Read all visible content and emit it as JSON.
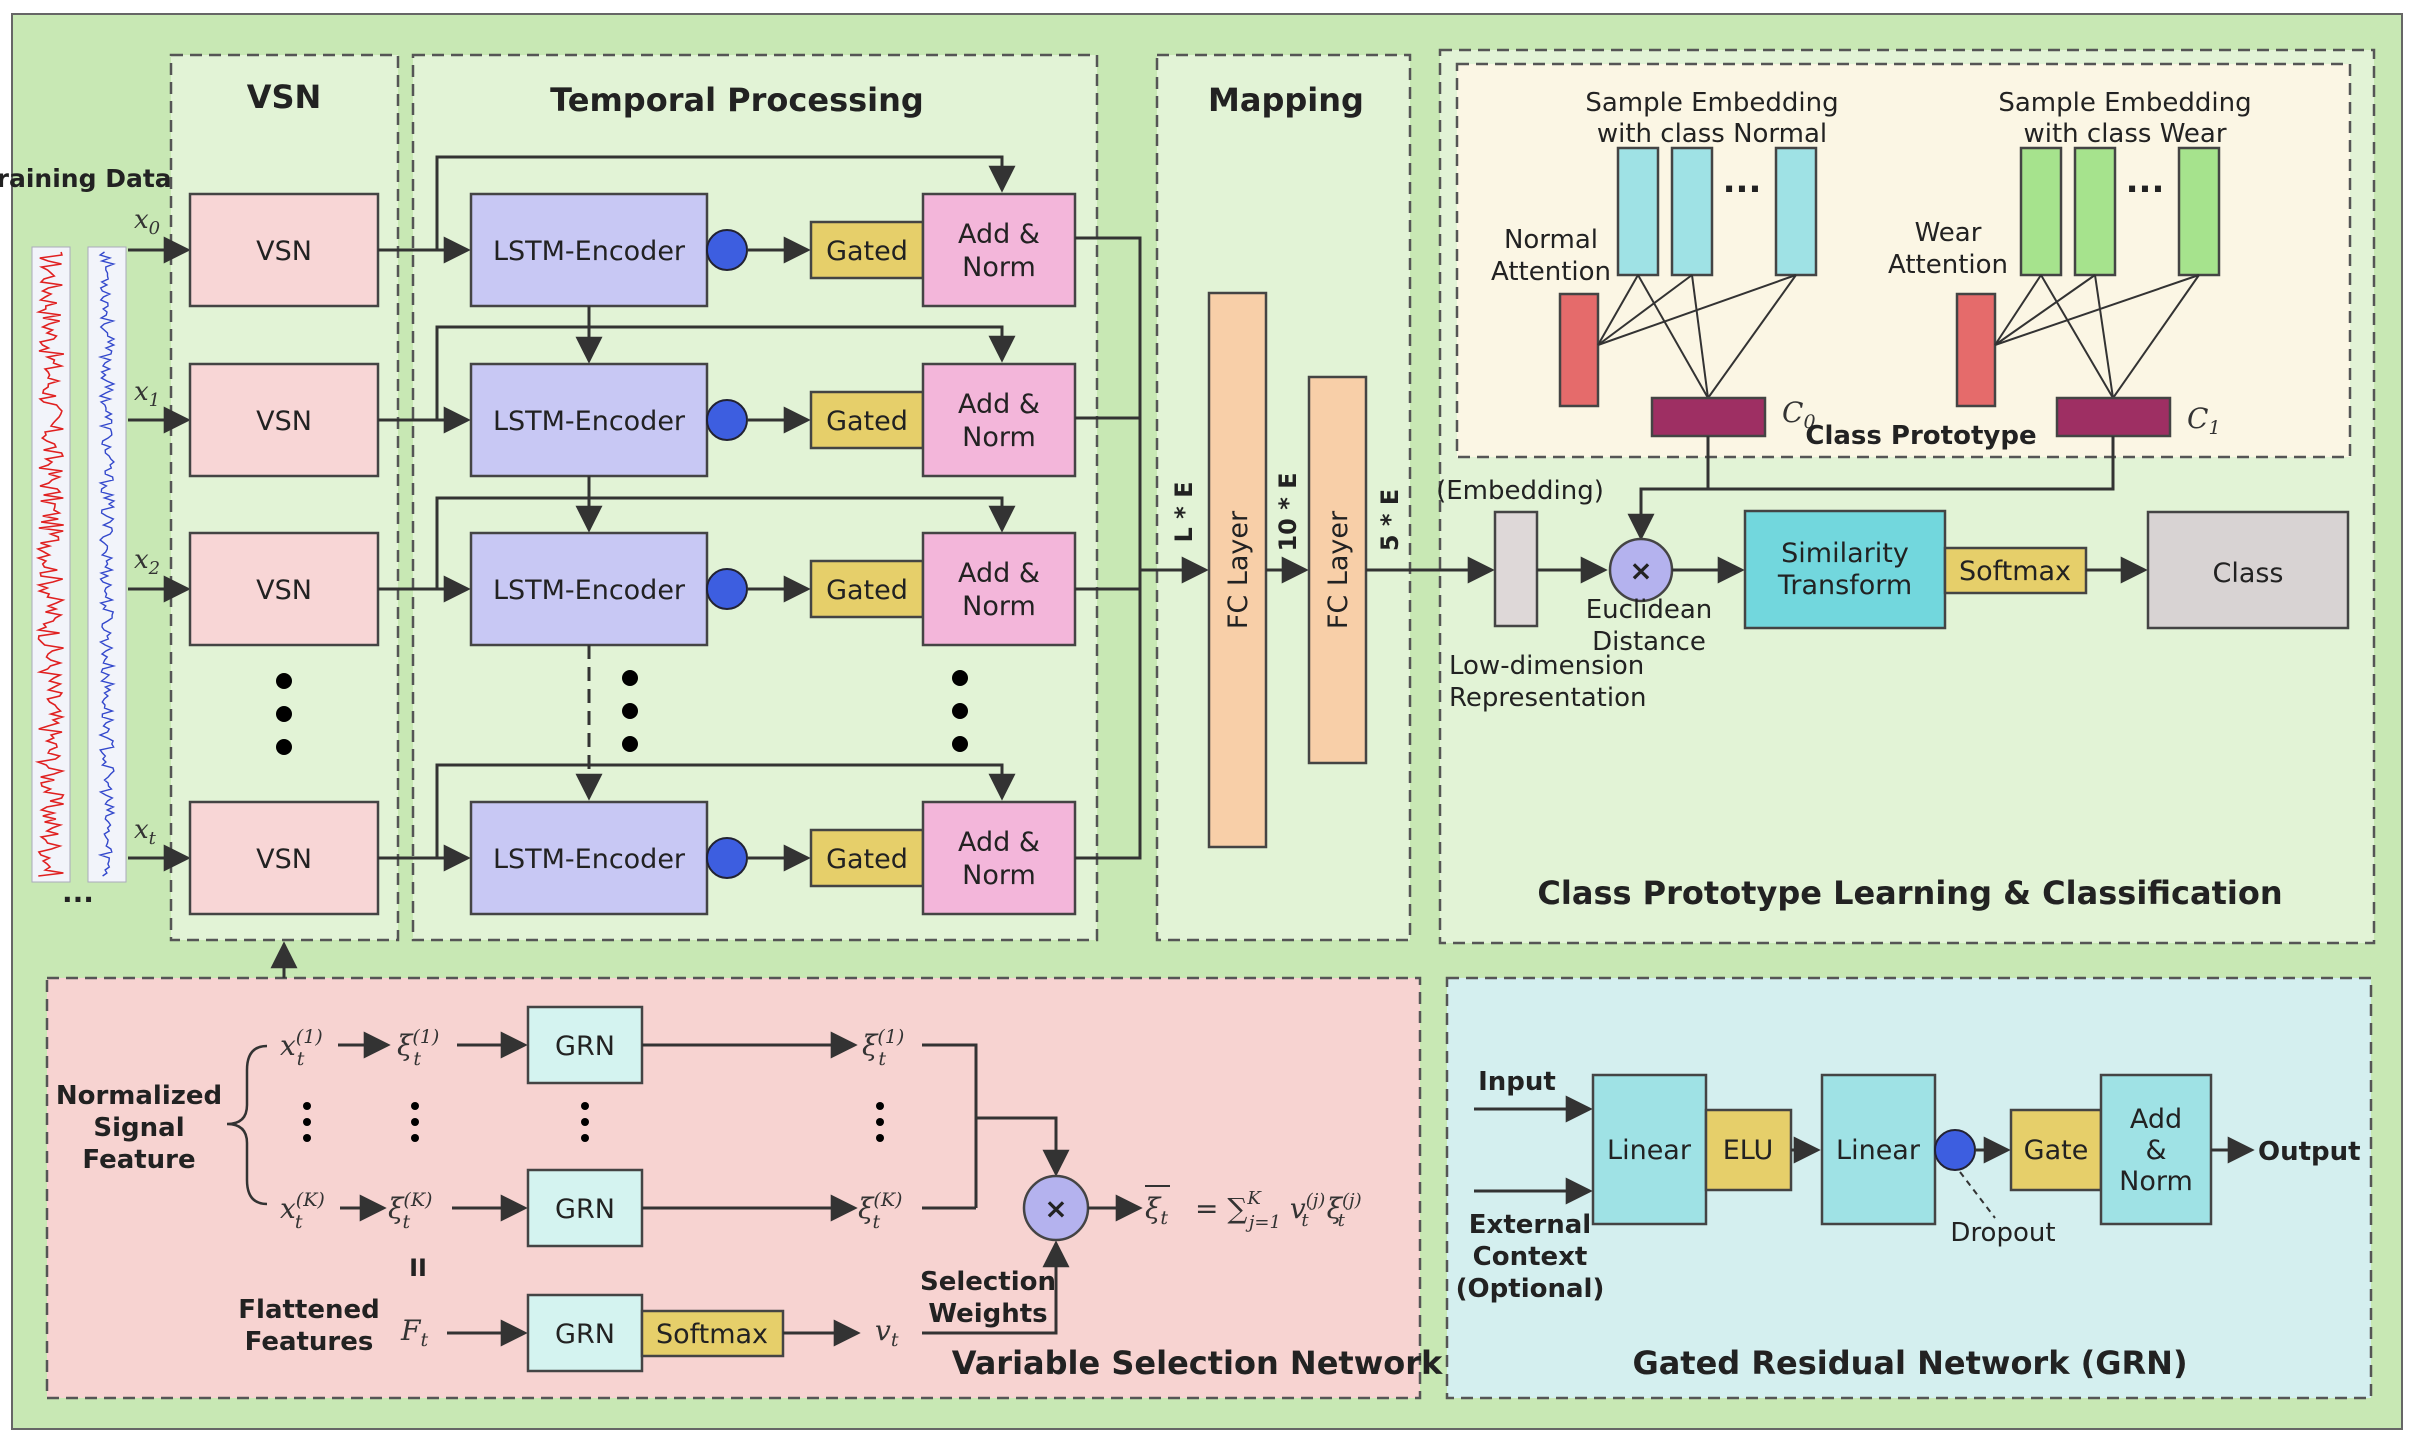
{
  "colors": {
    "outer_bg": "#c8e8b4",
    "panel_bg": "#e2f3d6",
    "vsn_box": "#f8d6d6",
    "lstm_box": "#c8c8f4",
    "gated_box": "#e6cf6a",
    "addnorm_box": "#f3b6da",
    "fc_box": "#f8cfa8",
    "cyan_box": "#9fe2e5",
    "green_box": "#a6e38d",
    "prototype_box": "#9e2f63",
    "attention_box": "#e56b6b",
    "dot_blue": "#3d5ee0",
    "pink_panel": "#f7d3d1",
    "cyan_panel": "#d4efef",
    "cream_panel": "#fbf6e4"
  },
  "top": {
    "training_data_label": "Training Data",
    "ellipsis": "...",
    "input_labels": [
      "x0",
      "x1",
      "x2",
      "xt"
    ],
    "vsn_title": "VSN",
    "vsn_box_label": "VSN",
    "temporal_title": "Temporal Processing",
    "lstm_label": "LSTM-Encoder",
    "gated_label": "Gated",
    "addnorm_line1": "Add &",
    "addnorm_line2": "Norm",
    "mapping_title": "Mapping",
    "fc_label": "FC Layer",
    "dim_le": "L * E",
    "dim_10e": "10 * E",
    "dim_5e": "5 * E"
  },
  "prototype": {
    "embedding_label": "(Embedding)",
    "sample_normal_line1": "Sample Embedding",
    "sample_normal_line2": "with class Normal",
    "sample_wear_line1": "Sample Embedding",
    "sample_wear_line2": "with class Wear",
    "dots": "...",
    "normal_attention_line1": "Normal",
    "normal_attention_line2": "Attention",
    "wear_attention_line1": "Wear",
    "wear_attention_line2": "Attention",
    "c0": "C0",
    "c1": "C1",
    "class_prototype": "Class Prototype",
    "euclidean_line1": "Euclidean",
    "euclidean_line2": "Distance",
    "lowdim_line1": "Low-dimension",
    "lowdim_line2": "Representation",
    "similarity_line1": "Similarity",
    "similarity_line2": "Transform",
    "softmax": "Softmax",
    "class": "Class",
    "times": "×",
    "title": "Class Prototype Learning & Classification"
  },
  "vsn_network": {
    "normalized_line1": "Normalized",
    "normalized_line2": "Signal",
    "normalized_line3": "Feature",
    "x1_label": "x",
    "x1_sub": "t",
    "x1_sup": "(1)",
    "xk_sub": "t",
    "xk_sup": "(K)",
    "xi_label": "ξ",
    "grn": "GRN",
    "softmax": "Softmax",
    "flattened_line1": "Flattened",
    "flattened_line2": "Features",
    "ft": "F",
    "ft_sub": "t",
    "vt": "v",
    "vt_sub": "t",
    "equals": "II",
    "selection_line1": "Selection",
    "selection_line2": "Weights",
    "output_xi": "ξ",
    "output_sub": "t",
    "formula_eq": "=",
    "formula_sum": "∑",
    "formula_sum_top": "K",
    "formula_sum_bot": "j=1",
    "formula_v": "v",
    "formula_xi": "ξ",
    "formula_sub": "t",
    "formula_sup": "(j)",
    "times": "×",
    "title": "Variable Selection Network"
  },
  "grn": {
    "input": "Input",
    "external_line1": "External",
    "external_line2": "Context",
    "external_line3": "(Optional)",
    "linear": "Linear",
    "elu": "ELU",
    "gate": "Gate",
    "addnorm_line1": "Add",
    "addnorm_line2": "&",
    "addnorm_line3": "Norm",
    "output": "Output",
    "dropout": "Dropout",
    "title": "Gated Residual Network (GRN)"
  }
}
